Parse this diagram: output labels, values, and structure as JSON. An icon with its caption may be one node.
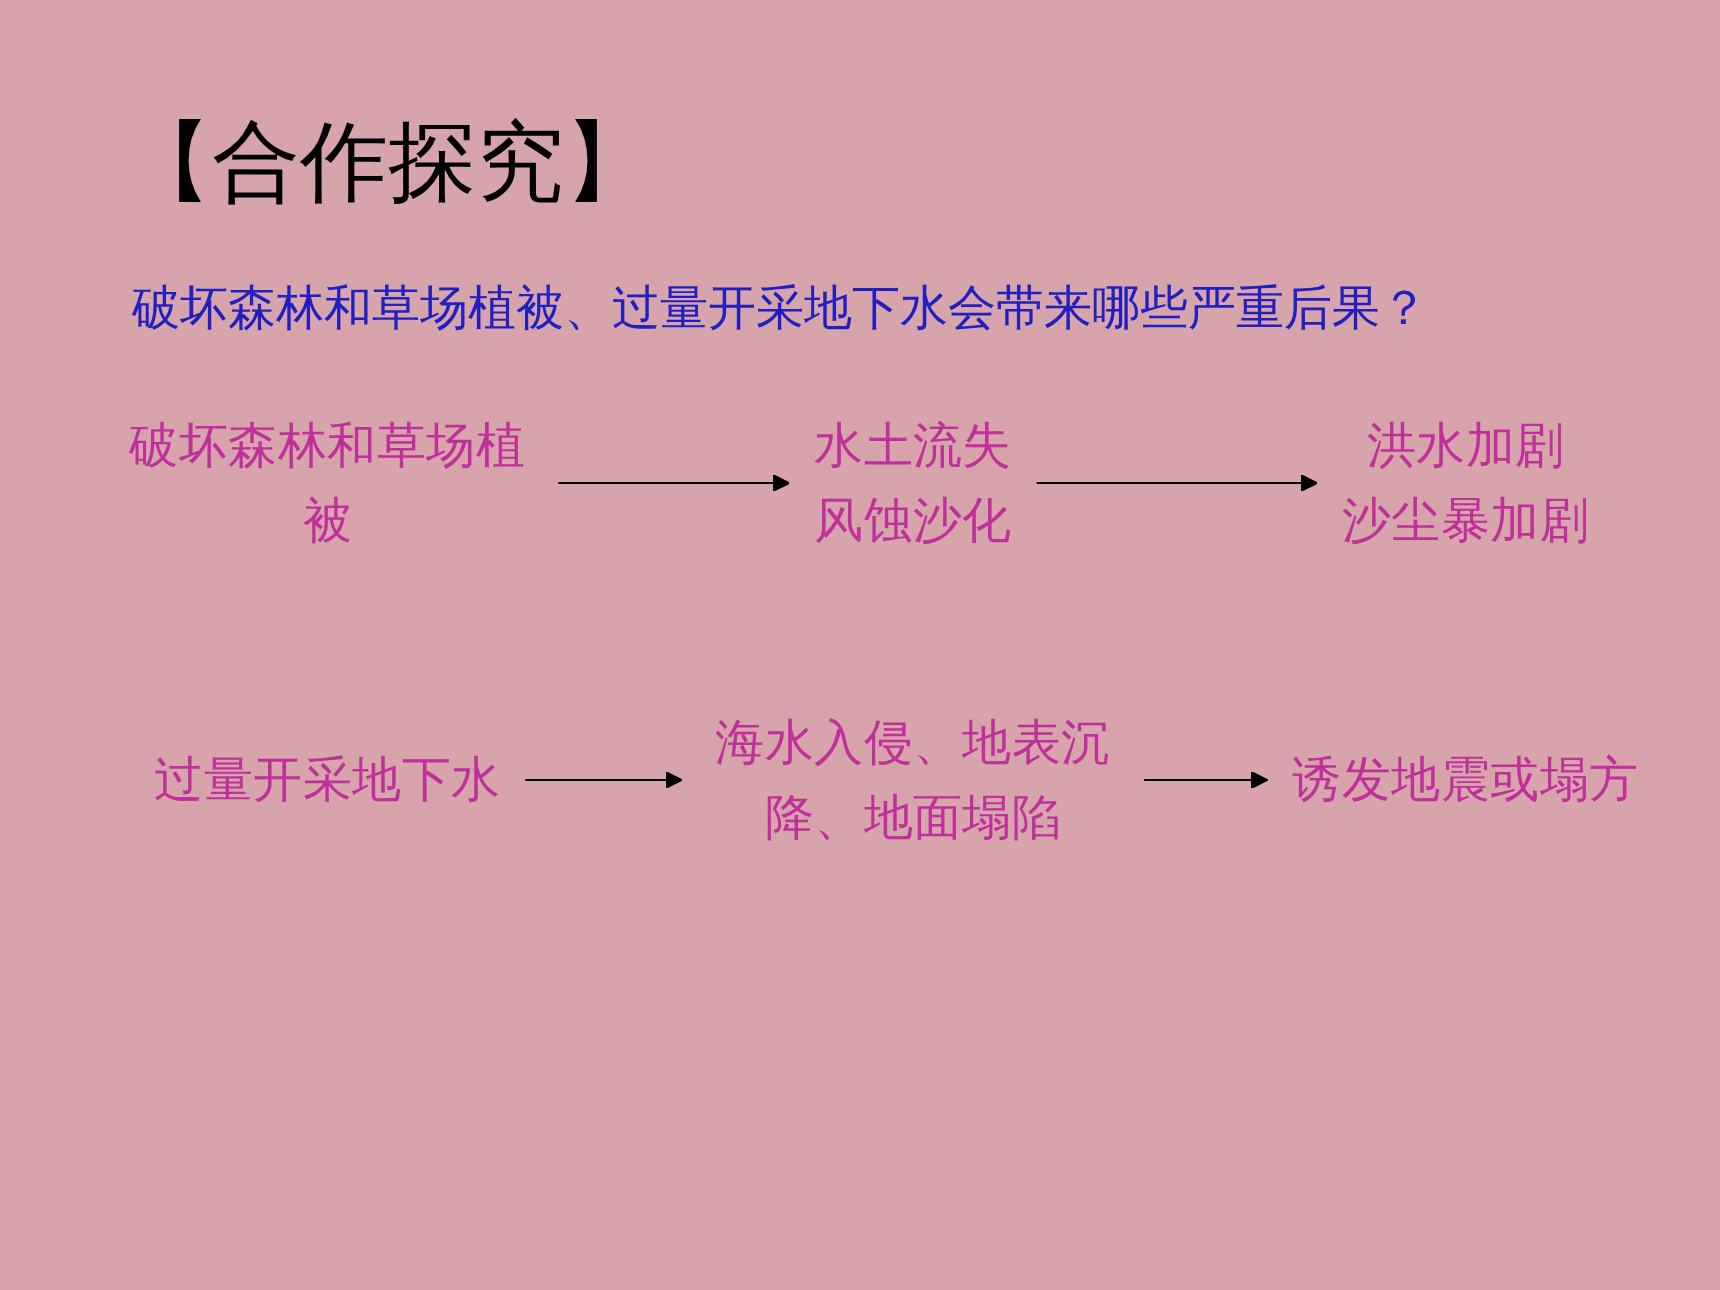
{
  "diagram": {
    "title": "【合作探究】",
    "nodes": [
      {
        "text": [
          "破坏森林和草场植被"
        ]
      },
      {
        "text": [
          "水土流失",
          "风蚀沙化"
        ]
      },
      {
        "text": [
          "洪水加剧",
          "沙尘暴加剧"
        ]
      },
      {
        "text": [
          "过量开采地下水"
        ]
      },
      {
        "text": [
          "海水入侵、地表沉降、地面塌陷"
        ]
      },
      {
        "text": [
          "诱发地震或塌方"
        ]
      }
    ],
    "edges": [
      {
        "from": 0,
        "to": 1,
        "arrow": "to"
      },
      {
        "from": 1,
        "to": 2,
        "arrow": "to"
      },
      {
        "from": 3,
        "to": 4,
        "arrow": "to"
      },
      {
        "from": 4,
        "to": 5,
        "arrow": "to"
      }
    ],
    "labels": [
      "破坏森林和草场植被、过量开采地下水会带来哪些严重后果？"
    ]
  }
}
